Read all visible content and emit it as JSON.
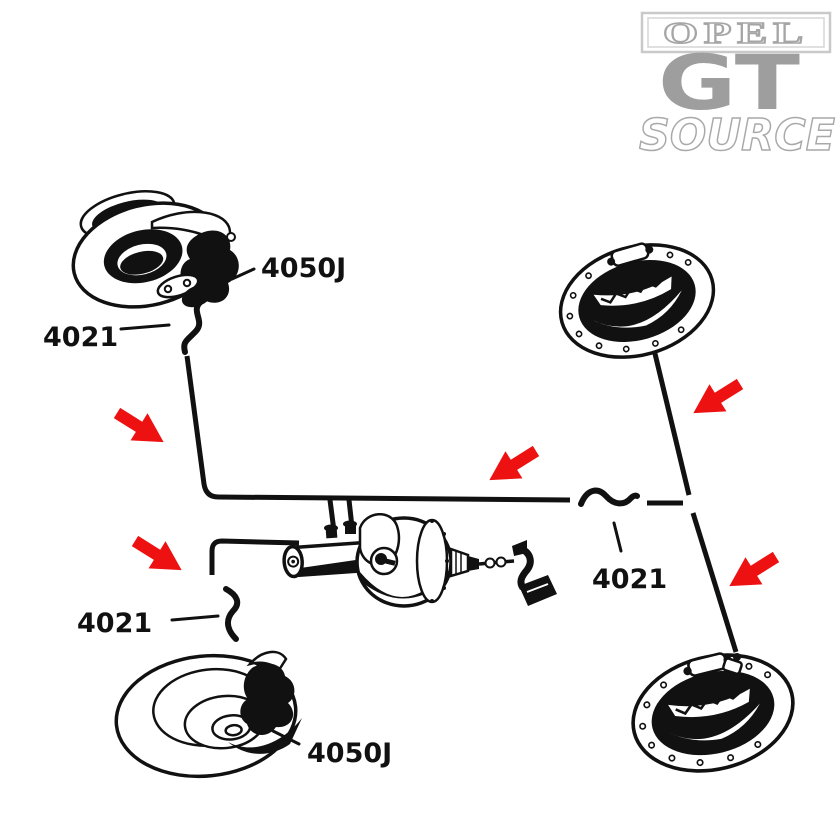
{
  "page": {
    "background": "#ffffff"
  },
  "logo": {
    "brand": "OPEL",
    "model": "GT",
    "source_text": "SOURCE",
    "gray": "#9e9e9e",
    "frame_gray": "#c9c9c9"
  },
  "colors": {
    "line_black": "#111111",
    "arrow_red": "#ee1111"
  },
  "callouts": {
    "front_upper_hose": "4050J",
    "front_upper_pipe": "4021",
    "front_lower_pipe": "4021",
    "front_lower_hose": "4050J",
    "rear_pipe": "4021"
  },
  "arrows": {
    "color": "#ee1111",
    "count": 5,
    "directions": [
      "down-right",
      "down-right",
      "down-left",
      "down-left",
      "down-left"
    ]
  },
  "icons": {
    "front_left_disc_brake": "disc-brake-caliper",
    "front_left_disc_brake_lower": "disc-brake-hub",
    "rear_right_drum_upper": "drum-brake-shoes",
    "rear_right_drum_lower": "drum-brake-shoes",
    "master_cylinder": "master-cylinder-booster-pedal"
  }
}
